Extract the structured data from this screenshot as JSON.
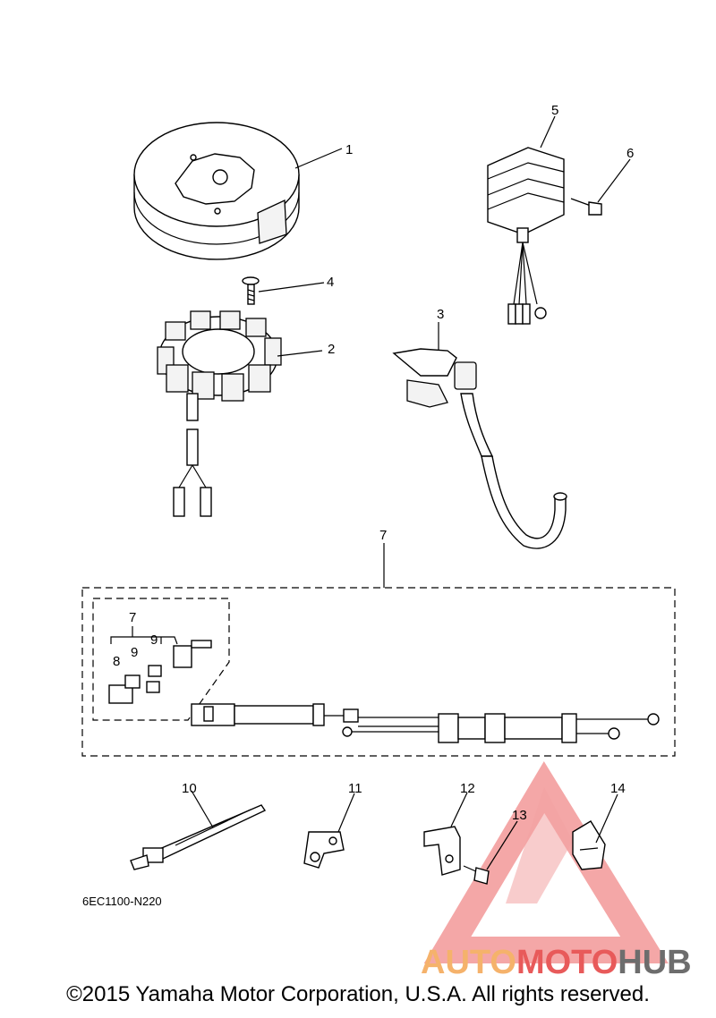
{
  "callouts": [
    {
      "id": "callout-1",
      "text": "1"
    },
    {
      "id": "callout-2",
      "text": "2"
    },
    {
      "id": "callout-3",
      "text": "3"
    },
    {
      "id": "callout-4",
      "text": "4"
    },
    {
      "id": "callout-5",
      "text": "5"
    },
    {
      "id": "callout-6",
      "text": "6"
    },
    {
      "id": "callout-7",
      "text": "7"
    },
    {
      "id": "callout-7b",
      "text": "7"
    },
    {
      "id": "callout-8",
      "text": "8"
    },
    {
      "id": "callout-9a",
      "text": "9"
    },
    {
      "id": "callout-9b",
      "text": "9"
    },
    {
      "id": "callout-10",
      "text": "10"
    },
    {
      "id": "callout-11",
      "text": "11"
    },
    {
      "id": "callout-12",
      "text": "12"
    },
    {
      "id": "callout-13",
      "text": "13"
    },
    {
      "id": "callout-14",
      "text": "14"
    }
  ],
  "diagram_code": "6EC1100-N220",
  "watermark": {
    "part1": "AUTO",
    "part2": "MOTO",
    "part3": "HUB",
    "color_orange": "#f5b26b",
    "color_red": "#e85a5a",
    "color_gray": "#6d6d6d"
  },
  "copyright": "©2015 Yamaha Motor Corporation, U.S.A. All rights reserved."
}
